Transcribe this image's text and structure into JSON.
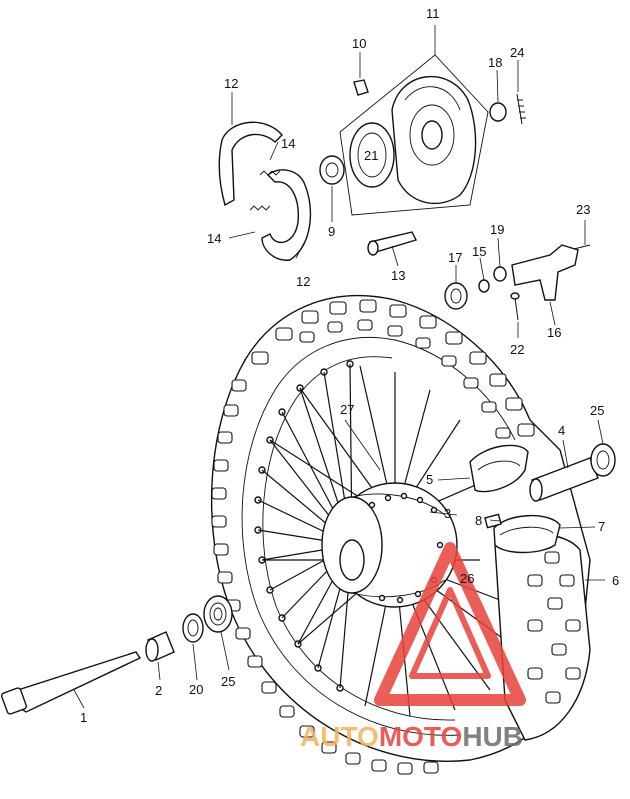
{
  "diagram": {
    "callouts": [
      {
        "id": "c1",
        "text": "1"
      },
      {
        "id": "c2",
        "text": "2"
      },
      {
        "id": "c3",
        "text": "3"
      },
      {
        "id": "c4",
        "text": "4"
      },
      {
        "id": "c5",
        "text": "5"
      },
      {
        "id": "c6",
        "text": "6"
      },
      {
        "id": "c7",
        "text": "7"
      },
      {
        "id": "c8",
        "text": "8"
      },
      {
        "id": "c9",
        "text": "9"
      },
      {
        "id": "c10",
        "text": "10"
      },
      {
        "id": "c11",
        "text": "11"
      },
      {
        "id": "c12a",
        "text": "12"
      },
      {
        "id": "c12b",
        "text": "12"
      },
      {
        "id": "c13",
        "text": "13"
      },
      {
        "id": "c14a",
        "text": "14"
      },
      {
        "id": "c14b",
        "text": "14"
      },
      {
        "id": "c15",
        "text": "15"
      },
      {
        "id": "c16",
        "text": "16"
      },
      {
        "id": "c17",
        "text": "17"
      },
      {
        "id": "c18",
        "text": "18"
      },
      {
        "id": "c19",
        "text": "19"
      },
      {
        "id": "c20",
        "text": "20"
      },
      {
        "id": "c21",
        "text": "21"
      },
      {
        "id": "c22",
        "text": "22"
      },
      {
        "id": "c23",
        "text": "23"
      },
      {
        "id": "c24",
        "text": "24"
      },
      {
        "id": "c25a",
        "text": "25"
      },
      {
        "id": "c25b",
        "text": "25"
      },
      {
        "id": "c26",
        "text": "26"
      },
      {
        "id": "c27",
        "text": "27"
      }
    ],
    "watermark": {
      "text_part1": "AUTO",
      "text_part2": "MOTO",
      "text_part3": "HUB",
      "color_orange": "#f5b25a",
      "color_red": "#e8433a",
      "color_gray": "#6c6c6c"
    }
  }
}
